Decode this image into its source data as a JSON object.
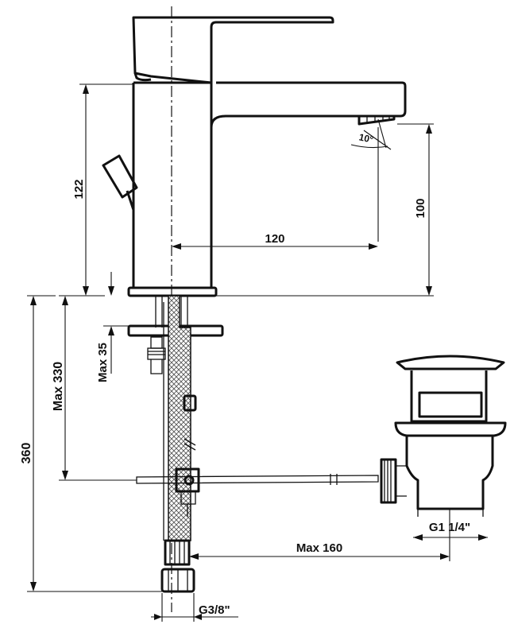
{
  "dimensions": {
    "height_total": "122",
    "spout_height": "100",
    "spout_reach": "120",
    "spout_angle": "10°",
    "max_deck": "Max 35",
    "max_rod_height": "Max 330",
    "overall_height": "360",
    "max_rod_length": "Max 160",
    "drain_thread": "G1 1/4\"",
    "hose_thread": "G3/8\""
  }
}
